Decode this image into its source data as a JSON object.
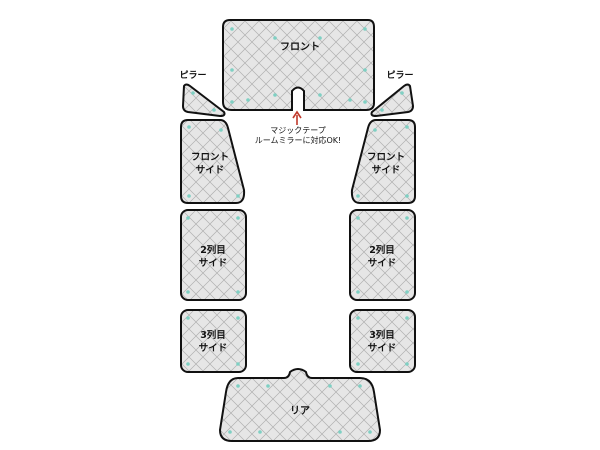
{
  "panels": {
    "front": "フロント",
    "pillar_left": "ピラー",
    "pillar_right": "ピラー",
    "front_side_left": [
      "フロント",
      "サイド"
    ],
    "front_side_right": [
      "フロント",
      "サイド"
    ],
    "row2_left": [
      "2列目",
      "サイド"
    ],
    "row2_right": [
      "2列目",
      "サイド"
    ],
    "row3_left": [
      "3列目",
      "サイド"
    ],
    "row3_right": [
      "3列目",
      "サイド"
    ],
    "rear": "リア"
  },
  "note": {
    "line1": "マジックテープ",
    "line2": "ルームミラーに対応OK!"
  },
  "colors": {
    "panel_fill": "#e4e4e4",
    "panel_stroke": "#111111",
    "quilt_line": "#b4b4b4",
    "suction_cup": "#7fd0c3",
    "arrow": "#c0392b"
  }
}
